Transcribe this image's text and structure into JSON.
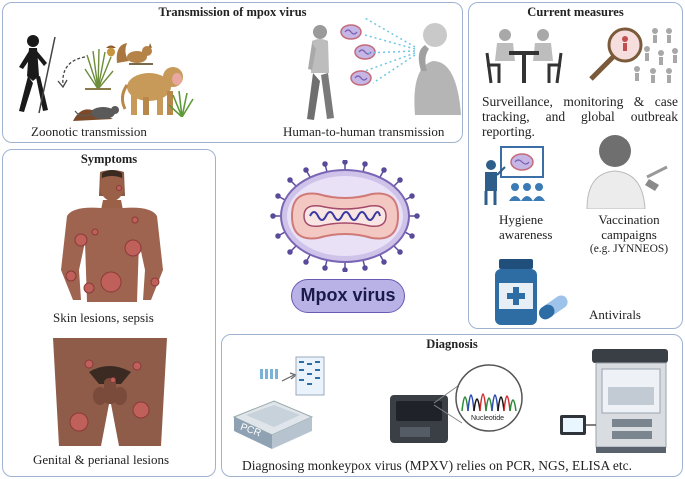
{
  "transmission": {
    "title": "Transmission of mpox virus",
    "zoonotic_label": "Zoonotic transmission",
    "human_label": "Human-to-human transmission"
  },
  "measures": {
    "title": "Current measures",
    "surveillance_text": "Surveillance, monitoring & case tracking, and global outbreak reporting.",
    "hygiene_line1": "Hygiene",
    "hygiene_line2": "awareness",
    "vaccination_line1": "Vaccination",
    "vaccination_line2": "campaigns",
    "vaccination_line3": "(e.g. JYNNEOS)",
    "antivirals_label": "Antivirals"
  },
  "symptoms": {
    "title": "Symptoms",
    "skin_label": "Skin lesions, sepsis",
    "genital_label": "Genital & perianal lesions"
  },
  "center": {
    "virus_label": "Mpox virus"
  },
  "diagnosis": {
    "title": "Diagnosis",
    "pcr_text": "PCR",
    "nucleotide_text": "Nucleotide",
    "caption": "Diagnosing monkeypox virus (MPXV) relies on PCR, NGS, ELISA etc."
  }
}
